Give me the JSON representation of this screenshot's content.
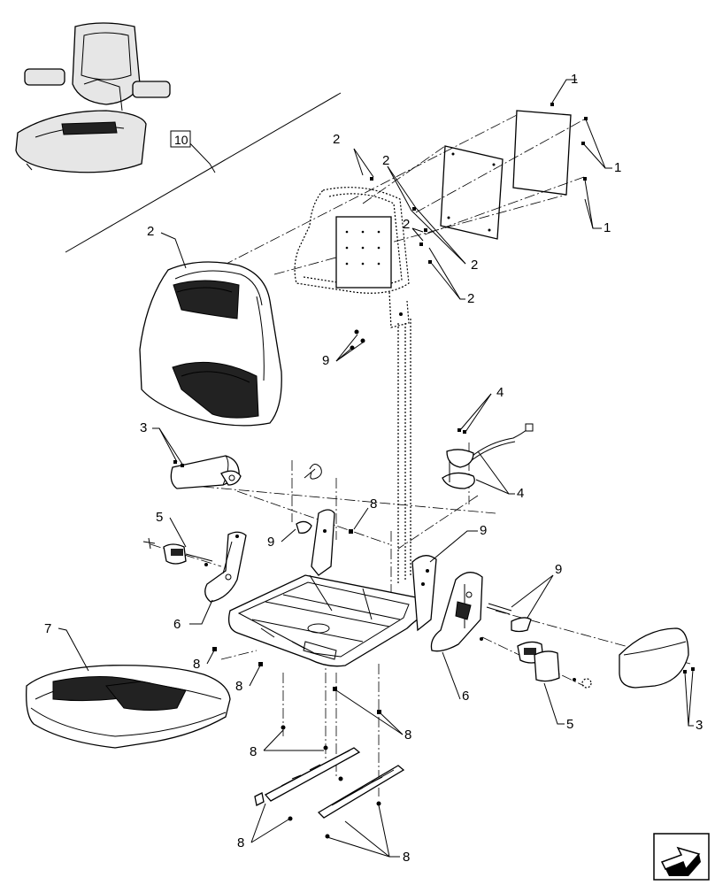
{
  "labels": {
    "l1": "1",
    "l2": "2",
    "l3": "3",
    "l4": "4",
    "l5": "5",
    "l6": "6",
    "l7": "7",
    "l8": "8",
    "l9": "9",
    "l10": "10"
  },
  "icons": {
    "nav": "arrow-icon"
  }
}
